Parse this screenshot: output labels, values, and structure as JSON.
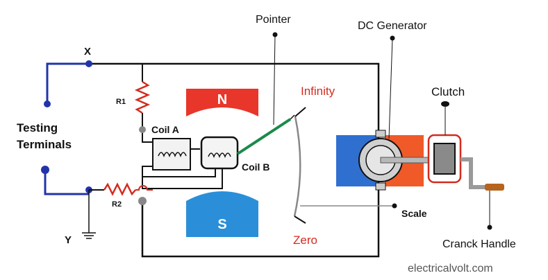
{
  "labels": {
    "x_terminal": "X",
    "y_terminal": "Y",
    "testing": "Testing",
    "terminals": "Terminals",
    "r1": "R1",
    "r2": "R2",
    "coil_a": "Coil A",
    "coil_b": "Coil B",
    "north": "N",
    "south": "S",
    "pointer": "Pointer",
    "infinity": "Infinity",
    "zero": "Zero",
    "scale": "Scale",
    "dc_generator": "DC Generator",
    "clutch": "Clutch",
    "crank_handle": "Cranck Handle"
  },
  "watermark": "electricalvolt.com",
  "colors": {
    "wire": "#111111",
    "terminal_wire": "#2233aa",
    "resistor": "#d42b1e",
    "north_magnet": "#e8362a",
    "south_magnet": "#2a8fd8",
    "pointer": "#1a8a4a",
    "generator_blue": "#2f6fd0",
    "generator_orange": "#f05a28",
    "clutch_border": "#d42b1e",
    "handle": "#b5651d"
  }
}
